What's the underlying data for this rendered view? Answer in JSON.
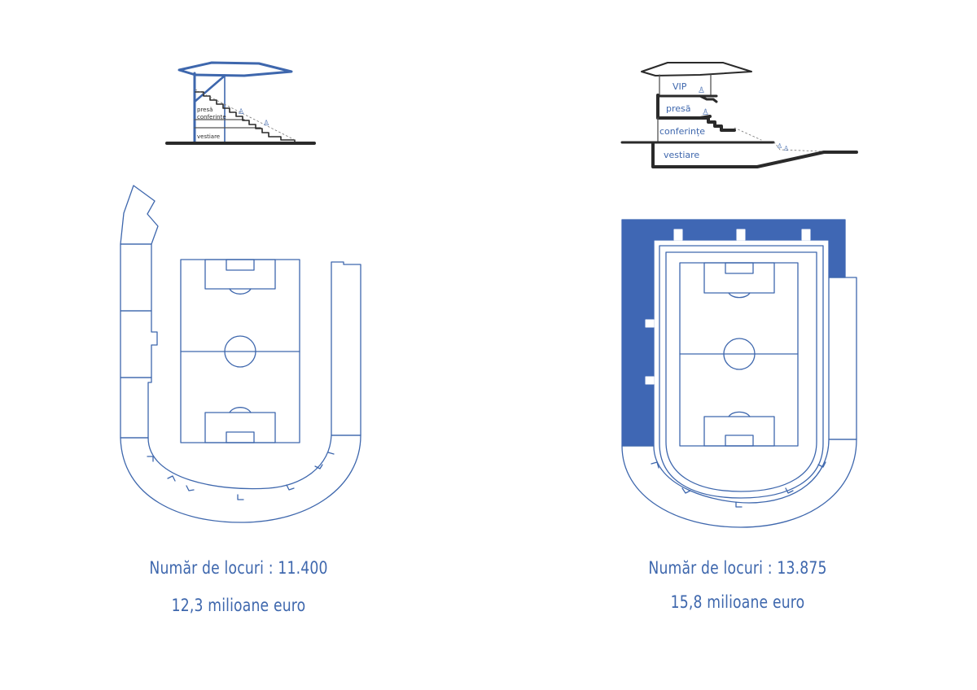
{
  "colors": {
    "line": "#3e67ad",
    "fill": "#3f67b4",
    "ink": "#2a2a2a"
  },
  "left": {
    "section_labels": {
      "press": "presă",
      "conferences": "conferințe",
      "changing": "vestiare"
    },
    "seats": "Număr de locuri : 11.400",
    "cost": "12,3 milioane euro"
  },
  "right": {
    "section_labels": {
      "vip": "VIP",
      "press": "presă",
      "conferences": "conferințe",
      "changing": "vestiare"
    },
    "seats": "Număr de locuri : 13.875",
    "cost": "15,8 milioane euro"
  }
}
